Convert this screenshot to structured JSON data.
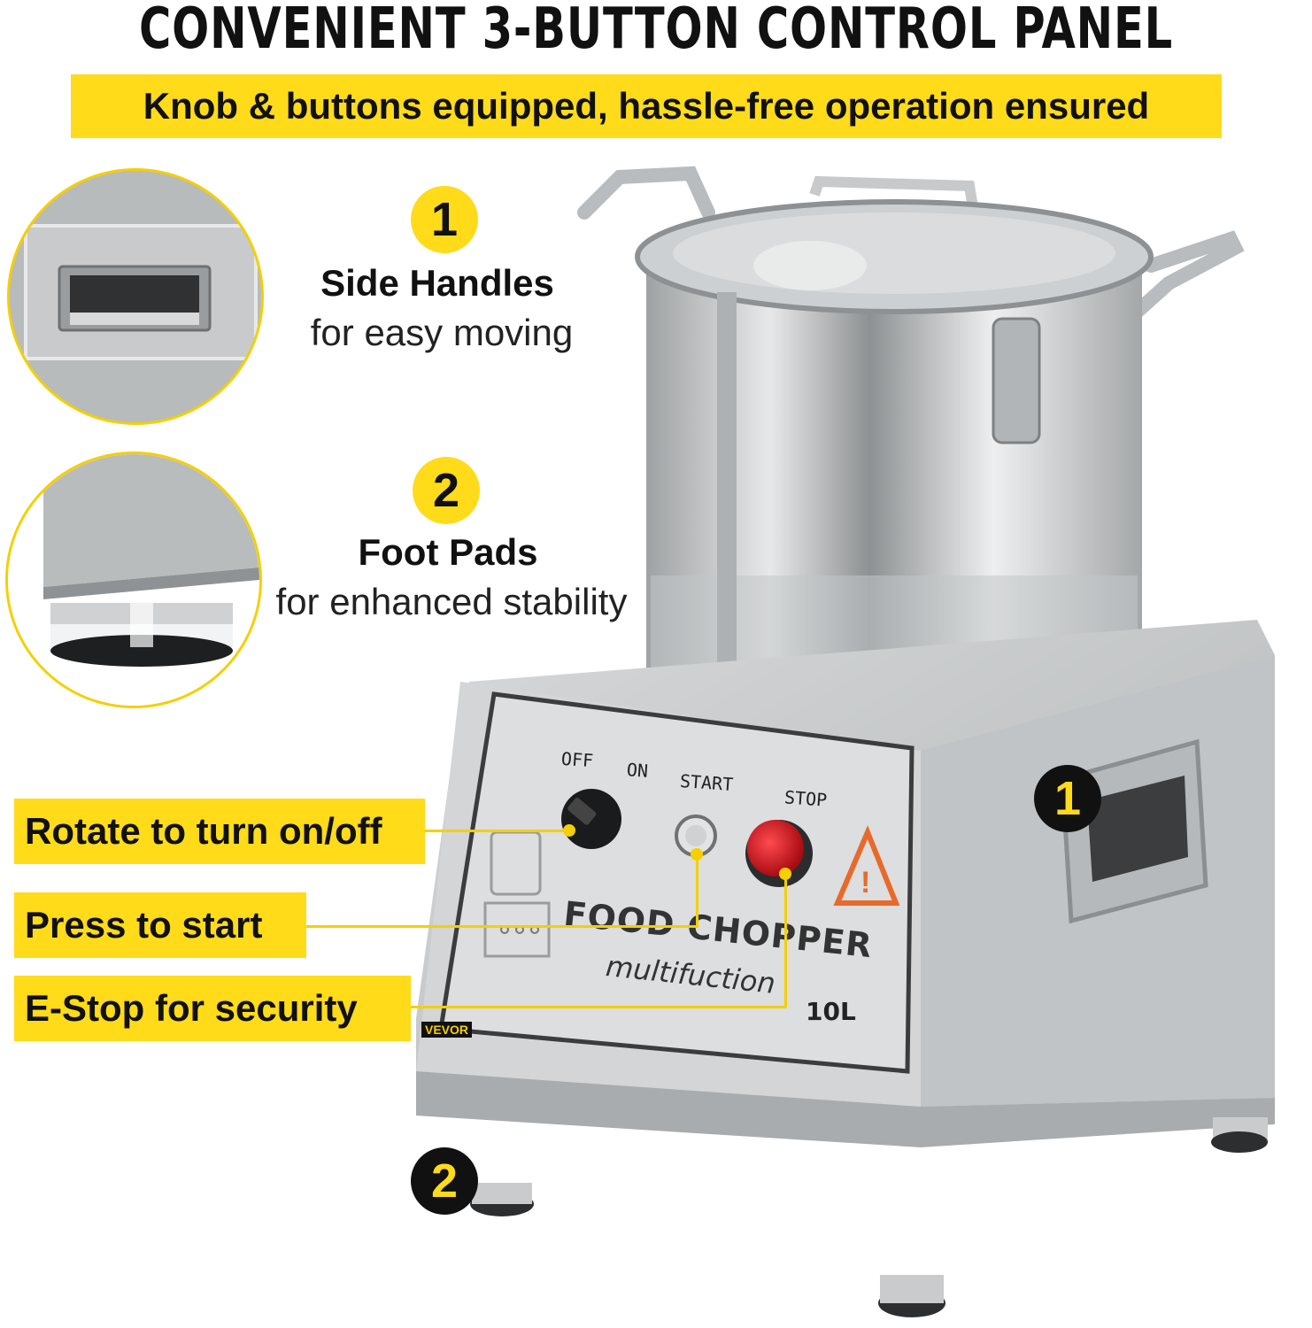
{
  "header": {
    "title": "CONVENIENT 3-BUTTON CONTROL PANEL",
    "subtitle": "Knob & buttons equipped, hassle-free operation ensured"
  },
  "features": [
    {
      "number": "1",
      "title": "Side Handles",
      "desc": "for easy moving"
    },
    {
      "number": "2",
      "title": "Foot Pads",
      "desc": "for enhanced stability"
    }
  ],
  "callouts": [
    {
      "label": "Rotate to turn on/off"
    },
    {
      "label": "Press to start"
    },
    {
      "label": "E-Stop for security"
    }
  ],
  "panel": {
    "off": "OFF",
    "on": "ON",
    "start": "START",
    "stop": "STOP",
    "product_line1": "FOOD CHOPPER",
    "product_line2": "multifuction",
    "capacity": "10L",
    "brand": "VEVOR"
  },
  "markers": {
    "handle": "1",
    "foot": "2"
  },
  "colors": {
    "accent": "#ffdb1a",
    "stop_button": "#d8141c",
    "steel": "#c9cbcc"
  }
}
